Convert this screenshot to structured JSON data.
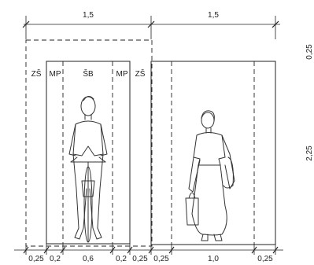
{
  "top_dimensions": {
    "left": "1,5",
    "right": "1,5"
  },
  "vertical_dimensions": {
    "top": "0,25",
    "main": "2,25"
  },
  "zone_labels": {
    "zs_left": "ZŠ",
    "mp_left": "MP",
    "sb": "ŠB",
    "mp_right": "MP",
    "zs_right": "ZŠ"
  },
  "bottom_dimensions": [
    "0,25",
    "0,2",
    "0,6",
    "0,2",
    "0,25",
    "0,25",
    "1,0",
    "0,25"
  ],
  "colors": {
    "line": "#222222",
    "background": "#ffffff"
  }
}
